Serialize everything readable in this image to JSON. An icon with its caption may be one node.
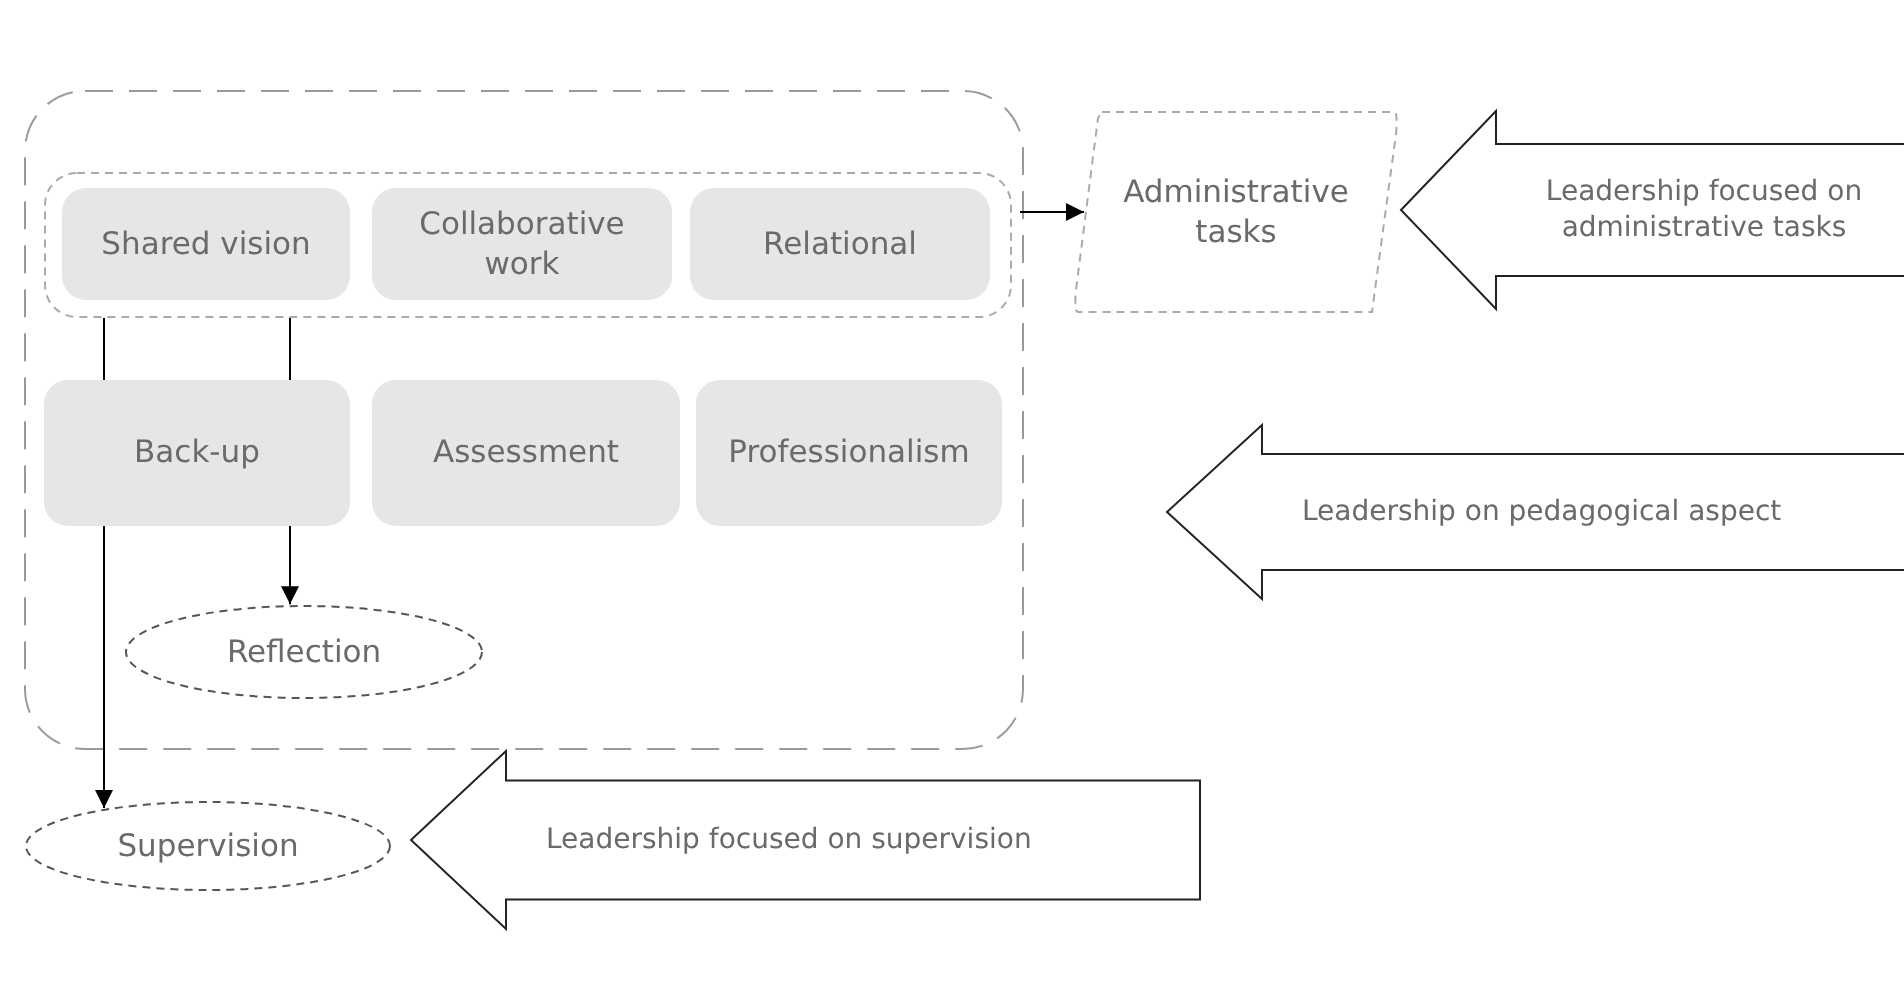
{
  "diagram": {
    "nodes": [
      {
        "text": [],
        "shape": "box"
      },
      {
        "text": [],
        "shape": "box",
        "in": 0
      },
      {
        "text": [
          "Shared vision"
        ],
        "in": 1
      },
      {
        "text": [
          "Collaborative work"
        ],
        "in": 1
      },
      {
        "text": [
          "Relational"
        ],
        "in": 1
      },
      {
        "text": [
          "Back-up"
        ],
        "in": 0
      },
      {
        "text": [
          "Assessment"
        ],
        "in": 0
      },
      {
        "text": [
          "Professionalism"
        ],
        "in": 0
      },
      {
        "text": [
          "Reflection"
        ],
        "in": 0
      },
      {
        "text": [
          "Administrative tasks"
        ]
      },
      {
        "text": [
          "Leadership focused on administrative tasks"
        ]
      },
      {
        "text": [
          "Leadership on pedagogical aspect"
        ]
      },
      {
        "text": [
          "Supervision"
        ]
      },
      {
        "text": [
          "Leadership focused on supervision"
        ]
      }
    ],
    "edges": [
      {
        "from": 1,
        "to": 5,
        "arrow": "none"
      },
      {
        "from": 1,
        "to": 5,
        "arrow": "none"
      },
      {
        "from": 5,
        "to": 12,
        "arrow": "to"
      },
      {
        "from": 5,
        "to": 8,
        "arrow": "to"
      },
      {
        "from": 0,
        "to": 9,
        "arrow": "to"
      }
    ]
  }
}
